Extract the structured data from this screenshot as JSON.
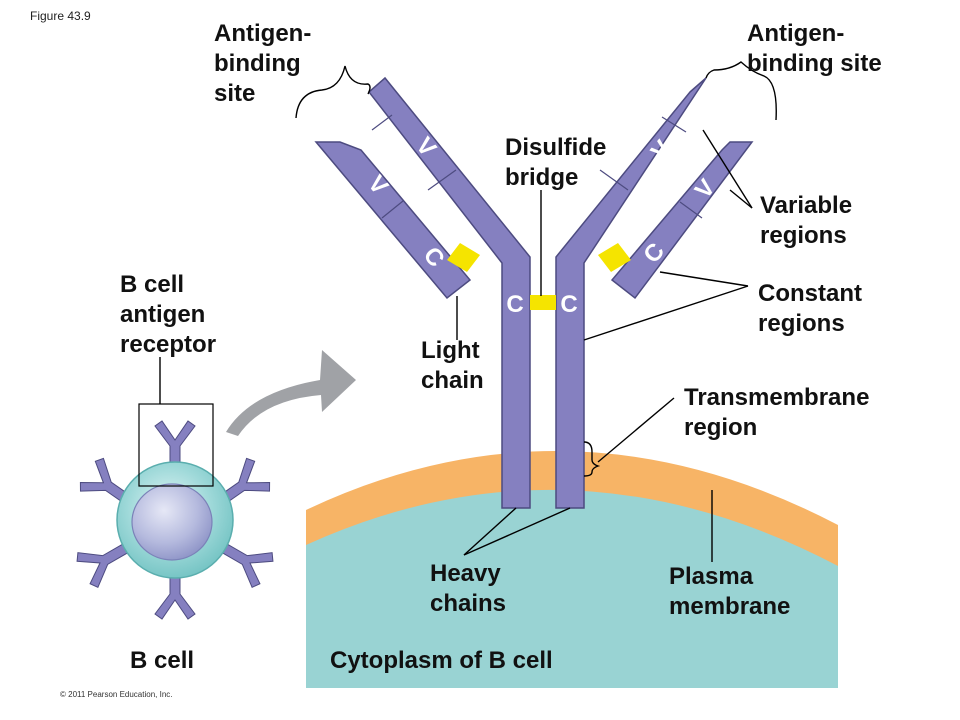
{
  "figure": {
    "number": "Figure 43.9",
    "copyright": "© 2011 Pearson Education, Inc."
  },
  "labels": {
    "antigen_binding_left": [
      "Antigen-",
      "binding",
      "site"
    ],
    "antigen_binding_right": [
      "Antigen-",
      "binding site"
    ],
    "disulfide_bridge": [
      "Disulfide",
      "bridge"
    ],
    "variable_regions": [
      "Variable",
      "regions"
    ],
    "constant_regions": [
      "Constant",
      "regions"
    ],
    "b_cell_receptor": [
      "B cell",
      "antigen",
      "receptor"
    ],
    "light_chain": [
      "Light",
      "chain"
    ],
    "transmembrane_region": [
      "Transmembrane",
      "region"
    ],
    "heavy_chains": [
      "Heavy",
      "chains"
    ],
    "plasma_membrane": [
      "Plasma",
      "membrane"
    ],
    "b_cell": "B cell",
    "cytoplasm": "Cytoplasm of B cell"
  },
  "segments": {
    "v": "V",
    "c": "C"
  },
  "colors": {
    "chain": "#8580c0",
    "chain_stroke": "#4d4b80",
    "disulfide": "#f5e400",
    "membrane": "#f7b466",
    "cytoplasm": "#99d3d3",
    "cell_body": "#7cc8c8",
    "nucleus": "#aab0d8",
    "arrow": "#a0a2a6"
  }
}
